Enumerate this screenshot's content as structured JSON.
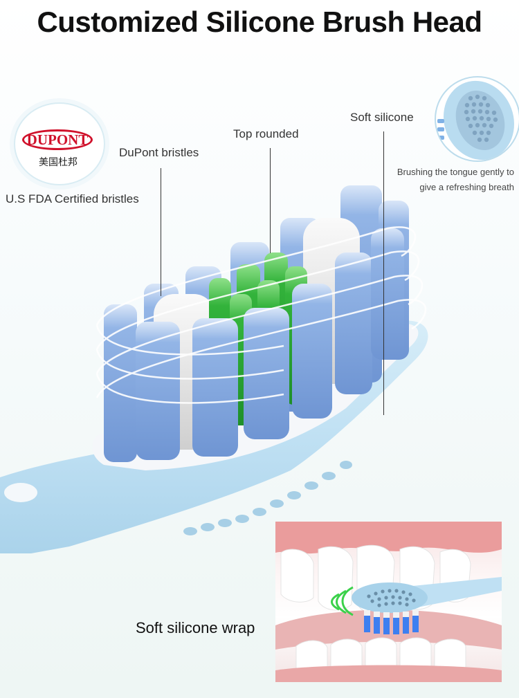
{
  "title": "Customized Silicone Brush Head",
  "badge": {
    "logo_text": "DUPONT",
    "chinese_text": "美国杜邦",
    "caption": "U.S FDA Certified bristles"
  },
  "labels": {
    "dupont_bristles": "DuPont bristles",
    "top_rounded": "Top rounded",
    "soft_silicone": "Soft silicone",
    "tongue_line1": "Brushing the tongue gently to",
    "tongue_line2": "give a refreshing breath",
    "silicone_wrap": "Soft silicone wrap"
  },
  "colors": {
    "handle_blue": "#bfe0f3",
    "bristle_blue": "#7fa6de",
    "bristle_green": "#2fae3a",
    "bristle_white": "#e6e6e6",
    "dupont_red": "#d0112b"
  },
  "icons": {
    "dupont_logo": "dupont-logo-icon",
    "brush_head": "brush-head-illustration",
    "silicone_back": "silicone-back-icon",
    "mouth_inset": "teeth-brushing-illustration"
  }
}
